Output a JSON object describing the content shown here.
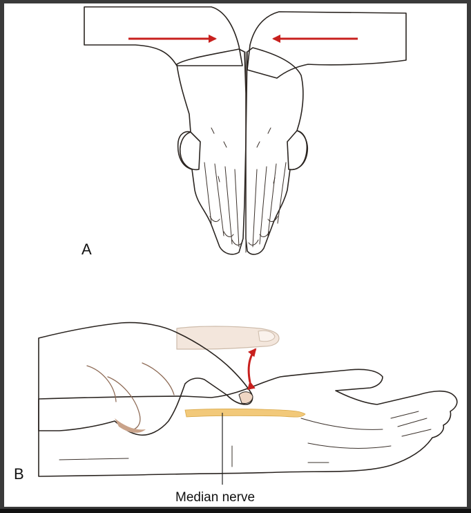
{
  "figure": {
    "panel_a_label": "A",
    "panel_b_label": "B",
    "annotation_median_nerve": "Median nerve"
  },
  "colors": {
    "skin_light": "#f7ede4",
    "skin_shadow": "#e8d2c2",
    "examiner_skin": "#e3c2aa",
    "examiner_shadow": "#c9a38a",
    "ghost_finger": "#f3e6dc",
    "arrow_red": "#c8201e",
    "nerve_yellow": "#f2c97a"
  },
  "icons": {
    "inward_arrow": "arrow-right-icon",
    "inward_arrow_left": "arrow-left-icon",
    "tap_motion": "curved-double-arrow-icon"
  }
}
